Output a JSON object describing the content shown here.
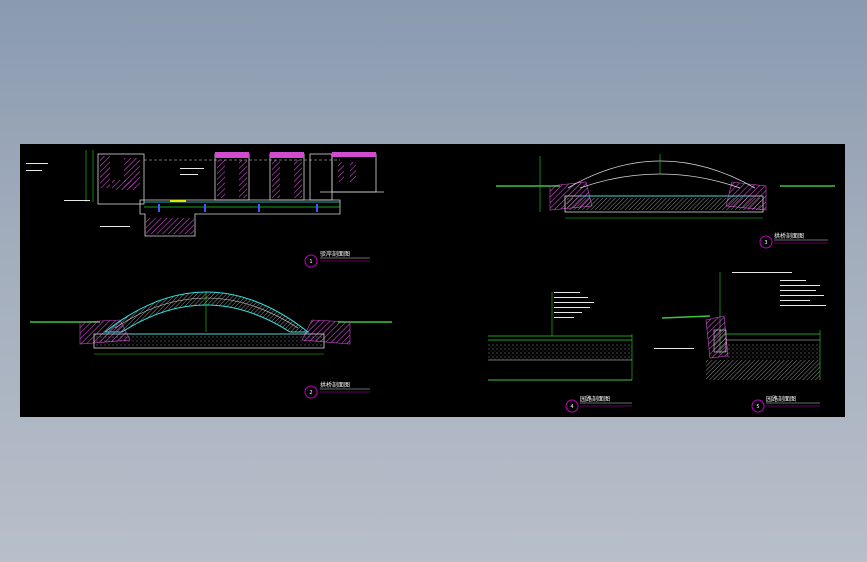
{
  "viewport": {
    "background": "#000000",
    "colors": {
      "grass": "#3cc43c",
      "hatch_magenta": "#d14bd1",
      "concrete": "#d8d8d8",
      "water": "#2ee0e0",
      "dim": "#22d422",
      "accent_blue": "#3a5cff",
      "accent_yellow": "#e6e600",
      "marker": "#c000c0"
    },
    "icons": [
      "detail-marker-icon",
      "grass-symbol-icon",
      "hatch-pattern-icon"
    ]
  },
  "details": [
    {
      "number": "1",
      "title": "驳岸剖面图"
    },
    {
      "number": "2",
      "title": "拱桥剖面图"
    },
    {
      "number": "3",
      "title": "拱桥剖面图"
    },
    {
      "number": "4",
      "title": "园路剖面图"
    },
    {
      "number": "5",
      "title": "园路剖面图"
    }
  ]
}
